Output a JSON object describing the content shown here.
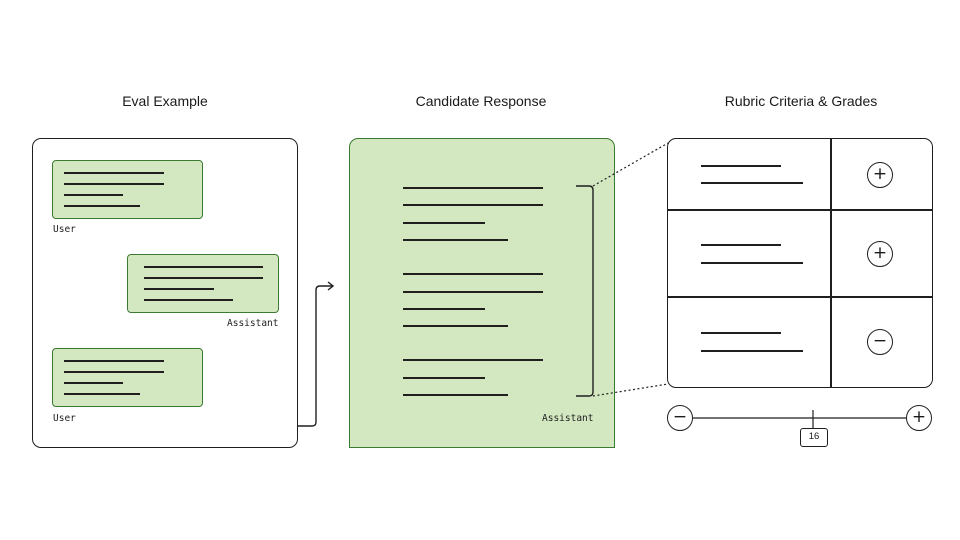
{
  "headings": {
    "eval_example": "Eval Example",
    "candidate_response": "Candidate Response",
    "rubric": "Rubric Criteria & Grades"
  },
  "eval_example": {
    "bubbles": [
      {
        "role": "User"
      },
      {
        "role": "Assistant"
      },
      {
        "role": "User"
      }
    ]
  },
  "candidate_response": {
    "role": "Assistant"
  },
  "rubric": {
    "rows": [
      {
        "grade": "+",
        "grade_icon": "plus-icon"
      },
      {
        "grade": "+",
        "grade_icon": "plus-icon"
      },
      {
        "grade": "−",
        "grade_icon": "minus-icon"
      }
    ]
  },
  "score_scale": {
    "min_symbol": "−",
    "max_symbol": "+",
    "score": "16"
  },
  "colors": {
    "green_fill": "#d3e8c1",
    "green_border": "#3d7a31",
    "ink": "#1f1f1f"
  }
}
